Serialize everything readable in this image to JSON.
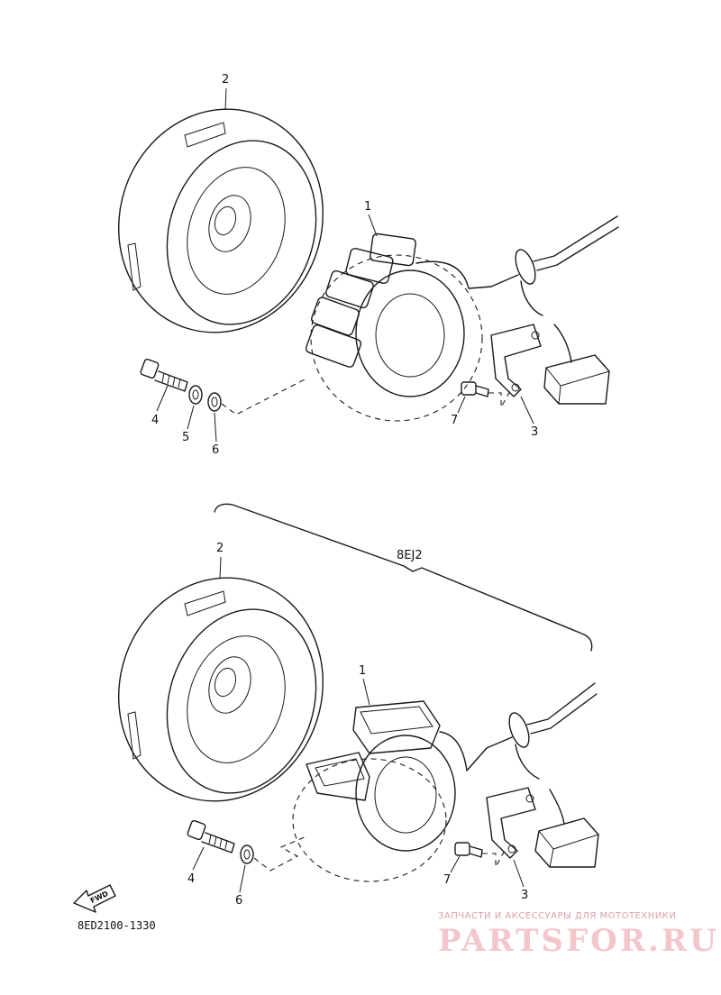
{
  "callouts_top": {
    "flywheel": "2",
    "stator": "1",
    "bolt": "4",
    "washer": "5",
    "plate_washer": "6",
    "screw": "7",
    "clamp": "3"
  },
  "callouts_bottom": {
    "flywheel": "2",
    "stator": "1",
    "bolt": "4",
    "plate_washer": "6",
    "screw": "7",
    "clamp": "3"
  },
  "group_label": "8EJ2",
  "fwd_label": "FWD",
  "diagram_code": "8ED2100-1330",
  "watermark": {
    "tagline": "ЗАПЧАСТИ И АКСЕССУАРЫ ДЛЯ МОТОТЕХНИКИ",
    "brand": "PARTSFOR.RU"
  },
  "colors": {
    "line": "#1a1a1a",
    "watermark": "#f3c6cb"
  }
}
